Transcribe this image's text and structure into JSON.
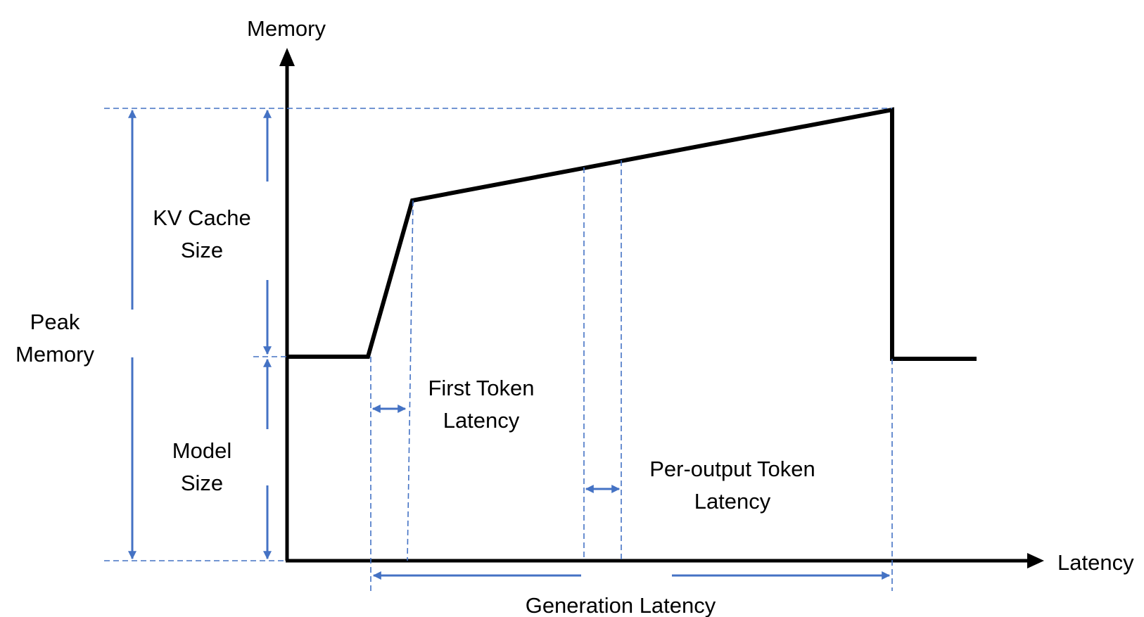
{
  "axes": {
    "y_label": "Memory",
    "x_label": "Latency"
  },
  "labels": {
    "peak_memory": [
      "Peak",
      "Memory"
    ],
    "kv_cache_size": [
      "KV Cache",
      "Size"
    ],
    "model_size": [
      "Model",
      "Size"
    ],
    "first_token_latency": [
      "First Token",
      "Latency"
    ],
    "per_output_token_latency": [
      "Per-output Token",
      "Latency"
    ],
    "generation_latency": "Generation Latency"
  },
  "colors": {
    "curve": "#000000",
    "annotation": "#4472c4"
  }
}
